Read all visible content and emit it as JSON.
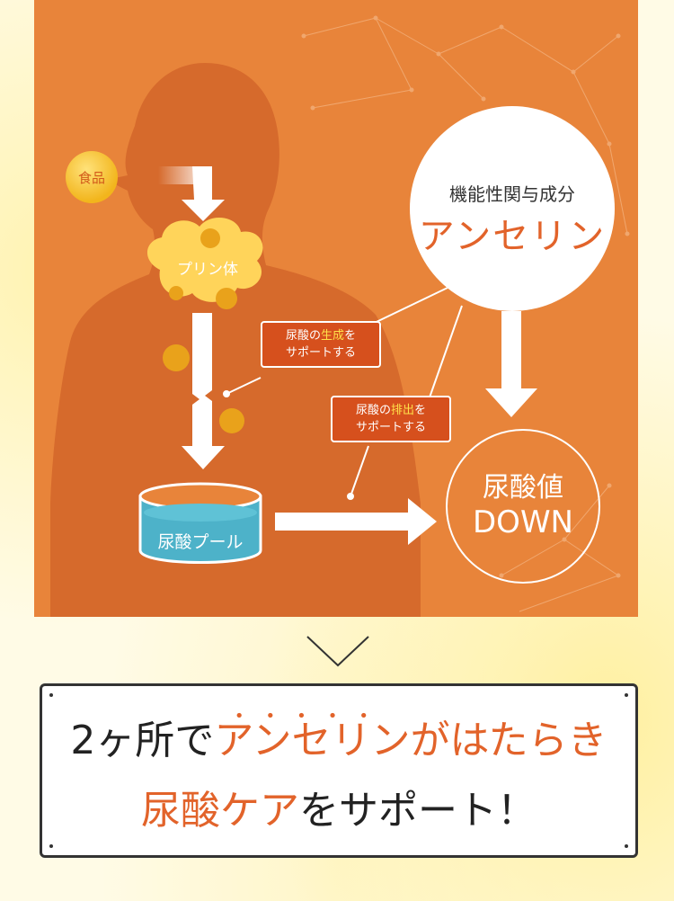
{
  "diagram": {
    "food_badge": "食品",
    "cloud_label": "プリン体",
    "support_box_1": {
      "prefix": "尿酸の",
      "highlight": "生成",
      "suffix": "を",
      "line2": "サポートする"
    },
    "support_box_2": {
      "prefix": "尿酸の",
      "highlight": "排出",
      "suffix": "を",
      "line2": "サポートする"
    },
    "functional_label": "機能性関与成分",
    "ingredient_name": "アンセリン",
    "result_line1": "尿酸値",
    "result_line2": "DOWN",
    "pool_label": "尿酸プール"
  },
  "message": {
    "part1": "2ヶ所で",
    "part2": "アンセリン",
    "part3": "がはたらき",
    "part4": "尿酸ケア",
    "part5": "をサポート！"
  },
  "colors": {
    "panel_bg": "#e8843a",
    "silhouette": "#d66a2c",
    "accent": "#e2632a",
    "box_bg": "#d6501d",
    "highlight": "#ffe14a",
    "pool_water": "#4db2c9"
  }
}
